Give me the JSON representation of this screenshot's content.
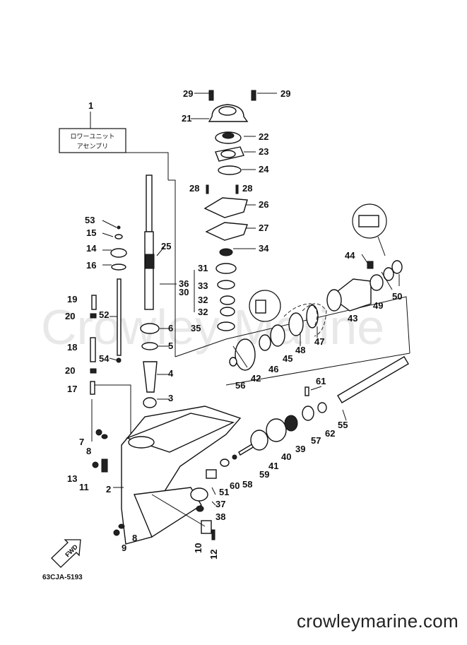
{
  "watermark": "Crowley Marine",
  "title_box": {
    "line1": "ロワーユニット",
    "line2": "アセンブリ"
  },
  "fwd_label": "FWD",
  "diagram_code": "63CJA-5193",
  "site": "crowleymarine.com",
  "callouts": {
    "p1": "1",
    "p2": "2",
    "p3": "3",
    "p4": "4",
    "p5": "5",
    "p6": "6",
    "p7": "7",
    "p8a": "8",
    "p8b": "8",
    "p9": "9",
    "p10": "10",
    "p11": "11",
    "p12": "12",
    "p13": "13",
    "p14": "14",
    "p15": "15",
    "p16": "16",
    "p17": "17",
    "p18": "18",
    "p19": "19",
    "p20a": "20",
    "p20b": "20",
    "p21": "21",
    "p22": "22",
    "p23": "23",
    "p24": "24",
    "p25": "25",
    "p26": "26",
    "p27": "27",
    "p28a": "28",
    "p28b": "28",
    "p29a": "29",
    "p29b": "29",
    "p30": "30",
    "p31": "31",
    "p32a": "32",
    "p32b": "32",
    "p33": "33",
    "p34": "34",
    "p35": "35",
    "p36": "36",
    "p37": "37",
    "p38": "38",
    "p39": "39",
    "p40": "40",
    "p41": "41",
    "p42": "42",
    "p43": "43",
    "p44": "44",
    "p45": "45",
    "p46": "46",
    "p47": "47",
    "p48": "48",
    "p49": "49",
    "p50": "50",
    "p51": "51",
    "p52": "52",
    "p53": "53",
    "p54": "54",
    "p55": "55",
    "p56": "56",
    "p57": "57",
    "p58": "58",
    "p59": "59",
    "p60": "60",
    "p61": "61",
    "p62": "62"
  }
}
